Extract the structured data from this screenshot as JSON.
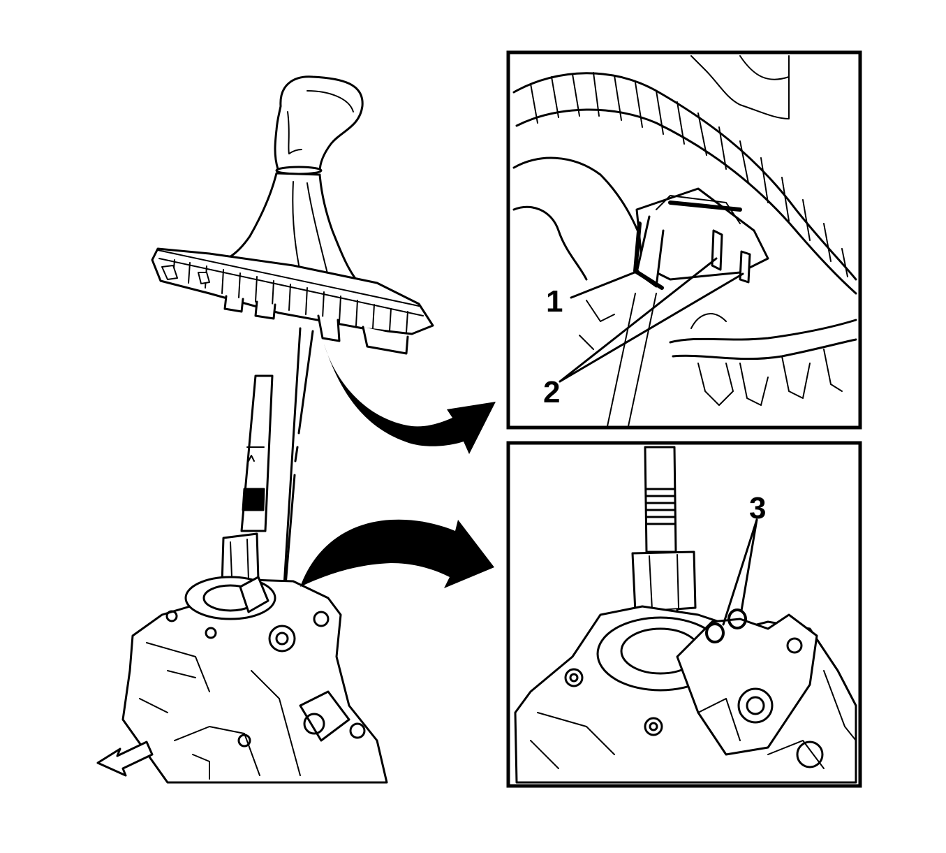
{
  "callouts": {
    "one": "1",
    "two": "2",
    "three": "3"
  },
  "colors": {
    "line": "#000000",
    "background": "#ffffff"
  },
  "icons": {
    "front_direction": "front-arrow-icon",
    "flow_arrows": "curved-arrow-icon"
  }
}
